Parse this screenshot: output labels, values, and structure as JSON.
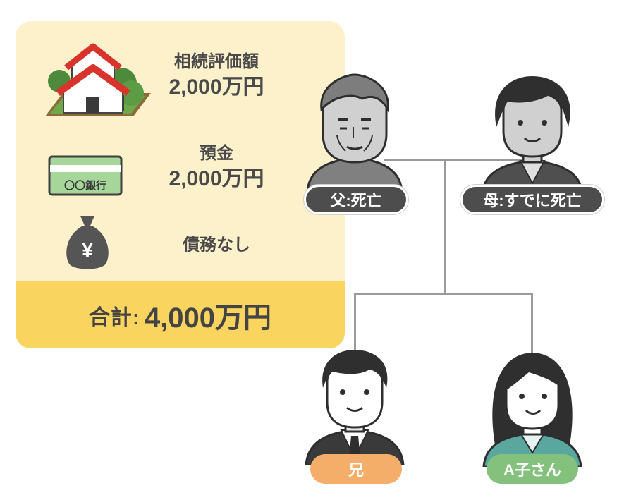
{
  "assets": {
    "real_estate": {
      "label": "相続評価額",
      "value": "2,000万円",
      "icon": "house-icon"
    },
    "deposit": {
      "label": "預金",
      "value": "2,000万円",
      "icon": "bankbook-icon",
      "icon_text": "〇〇銀行"
    },
    "debt": {
      "label": "債務なし",
      "icon": "money-bag-icon",
      "icon_text": "¥"
    },
    "total": {
      "label": "合計:",
      "value": "4,000万円"
    }
  },
  "family": {
    "father": {
      "label": "父:死亡"
    },
    "mother": {
      "label": "母:すでに死亡"
    },
    "brother": {
      "label": "兄"
    },
    "a_child": {
      "label": "A子さん"
    }
  },
  "colors": {
    "panel_bg": "#fdf1cc",
    "total_bg": "#f9d45e",
    "pill_dark": "#4d4d4d",
    "pill_orange": "#f4ae6a",
    "pill_green": "#84c17c"
  }
}
